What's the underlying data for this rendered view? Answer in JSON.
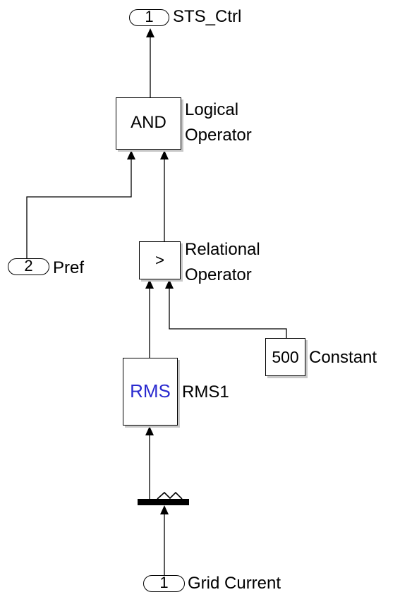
{
  "diagram": {
    "outports": [
      {
        "number": "1",
        "name": "STS_Ctrl"
      }
    ],
    "inports": [
      {
        "number": "2",
        "name": "Pref"
      },
      {
        "number": "1",
        "name": "Grid Current"
      }
    ],
    "blocks": {
      "logical_operator": {
        "symbol": "AND",
        "name_line1": "Logical",
        "name_line2": "Operator"
      },
      "relational_operator": {
        "symbol": ">",
        "name_line1": "Relational",
        "name_line2": "Operator"
      },
      "constant": {
        "value": "500",
        "name": "Constant"
      },
      "rms": {
        "symbol": "RMS",
        "name": "RMS1",
        "symbol_color": "#2a2acf"
      }
    }
  }
}
